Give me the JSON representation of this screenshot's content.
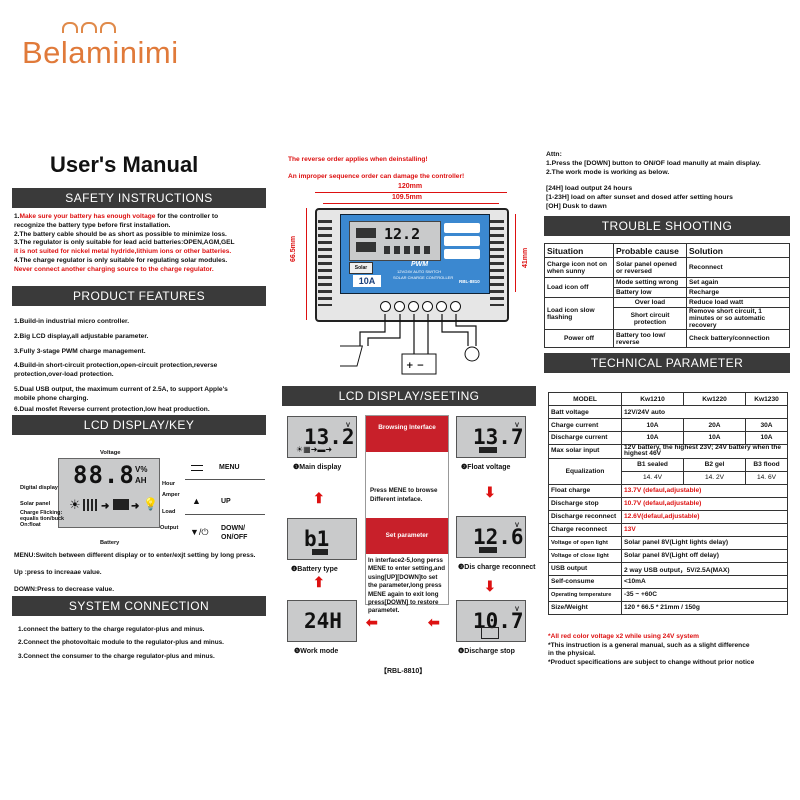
{
  "brand": {
    "name": "Belaminimi",
    "accent": "#e07a3a"
  },
  "manual_title": "User's Manual",
  "safety": {
    "title": "SAFETY INSTRUCTIONS",
    "lines": [
      {
        "num": "1.",
        "red": "Make sure your battery has enough voltage",
        "rest": " for the controller to"
      },
      {
        "text": "recognize the battery type before first installation."
      },
      {
        "text": "2.The battery cable should be as short as possible to minimize loss."
      },
      {
        "text": "3.The regulator is only suitable for lead acid batteries:OPEN,AGM,GEL"
      },
      {
        "text": "it is not suited for nickel metal hydride,lithium ions or other batteries.",
        "red_line": true
      },
      {
        "text": "4.The charge regulator is only suitable for regulating solar modules."
      },
      {
        "text": "Never connect another charging source to the charge regulator.",
        "red_line": true
      }
    ]
  },
  "features": {
    "title": "PRODUCT FEATURES",
    "items": [
      "1.Build-in industrial micro controller.",
      "2.Big LCD display,all adjustable parameter.",
      "3.Fully 3-stage PWM charge management.",
      "4.Build-in short-circuit protection,open-circuit protection,reverse",
      "protection,over-load protection.",
      "5.Dual USB output, the maximum current of 2.5A, to support Apple's",
      "mobile phone charging.",
      "6.Dual mosfet Reverse current protection,low heat production."
    ]
  },
  "lcd_key": {
    "title": "LCD DISPLAY/KEY",
    "labels": {
      "voltage": "Voltage",
      "digital": "Digital display",
      "solar": "Solar panel",
      "charge": "Charge Flicking: equalis tion/buck On:float",
      "battery": "Battery",
      "hour": "Hour",
      "amper": "Amper",
      "load": "Load",
      "output": "Output",
      "digits": "88.8",
      "units_v": "V%",
      "units_ah": "AH"
    },
    "keys": [
      {
        "label": "MENU"
      },
      {
        "label": "UP"
      },
      {
        "label": "DOWN/ ON/OFF"
      }
    ],
    "desc": [
      "MENU:Switch between different display or to enter/exjt setting by long press.",
      "Up        :press to increaae value.",
      "DOWN:Press to decrease value."
    ]
  },
  "system": {
    "title": "SYSTEM CONNECTION",
    "items": [
      "1.connect the battery to the charge regulator-plus and minus.",
      "2.Connect the photovoltaic module to the regulator-plus and minus.",
      "3.Connect the consumer to the charge regulator-plus and minus."
    ]
  },
  "diagram": {
    "warn1": "The reverse order applies when deinstalling!",
    "warn2": "An improper sequence order can damage the controller!",
    "dim_outer": "120mm",
    "dim_inner": "109.5mm",
    "dim_height": "66.5mm",
    "dim_face": "41mm",
    "face_text": "PWM",
    "face_sub": "12V/24V AUTO SWITCH",
    "face_sub2": "SOLAR CHARGE CONTROLLER",
    "rating": "10A",
    "model": "RBL-8810",
    "lcd": "12.2",
    "usb_label": "Solar"
  },
  "attn": {
    "lines": [
      "Attn:",
      "1.Press the [DOWN] button to ON/OF load manully at main display.",
      "2.The work mode is working as below."
    ],
    "modes": [
      "[24H]    load output 24 hours",
      "[1-23H] load on after sunset and dosed atfer setting hours",
      "[OH]      Dusk to dawn"
    ]
  },
  "trouble": {
    "title": "TROUBLE SHOOTING",
    "headers": [
      "Situation",
      "Probable cause",
      "Solution"
    ],
    "rows": [
      [
        "Charge icon not on when sunny",
        "Solar panel opened or reversed",
        "Reconnect"
      ],
      [
        "Load icon off",
        "Mode setting wrong",
        "Set again"
      ],
      [
        "",
        "Battery low",
        "Recharge"
      ],
      [
        "Load icon slow flashing",
        "Over load",
        "Reduce load watt"
      ],
      [
        "",
        "Short circuit protection",
        "Remove short circuit, 1 minutes or so automatic recovery"
      ],
      [
        "Power off",
        "Battery too low/ reverse",
        "Check battery/connection"
      ]
    ]
  },
  "tech": {
    "title": "TECHNICAL PARAMETER",
    "headers": [
      "MODEL",
      "Kw1210",
      "Kw1220",
      "Kw1230"
    ],
    "rows": {
      "batt": [
        "Batt voltage",
        "12V/24V  auto"
      ],
      "charge": [
        "Charge current",
        "10A",
        "20A",
        "30A"
      ],
      "discharge": [
        "Discharge current",
        "10A",
        "10A",
        "10A"
      ],
      "solar": [
        "Max solar input",
        "12V battery, the highest 23V; 24V battery when the highest 46V"
      ],
      "equal_label": "Equalization",
      "equal_types": [
        "B1 sealed",
        "B2 gel",
        "B3 flood"
      ],
      "equal_vals": [
        "14. 4V",
        "14. 2V",
        "14. 6V"
      ],
      "float": [
        "Float charge",
        "13.7V  (defaul,adjustable)"
      ],
      "stop": [
        "Discharge stop",
        "10.7V  (defaul,adjustable)"
      ],
      "reconnect_dis": [
        "Discharge reconnect",
        "12.6V(defaul,adjustable)"
      ],
      "reconnect_ch": [
        "Charge reconnect",
        "13V"
      ],
      "open": [
        "Voltage of open light",
        "Solar panel 8V(Light lights delay)"
      ],
      "close": [
        "Voltage of close light",
        "Solar panel 8V(Light off delay)"
      ],
      "usb": [
        "USB output",
        "2 way USB output，5V/2.5A(MAX)"
      ],
      "self": [
        "Self-consume",
        "<10mA"
      ],
      "temp": [
        "Operating temperature",
        "-35 ~ +60C"
      ],
      "size": [
        "Size/Weight",
        "120 * 66.5 * 21mm  /  150g"
      ]
    }
  },
  "notes": [
    "*All red color voltage x2 while using 24V system",
    "*This instruction is a general manual, such as a slight difference",
    "  in the physical.",
    "*Product specifications are subject to change without prior notice"
  ],
  "seeting": {
    "title": "LCD DISPLAY/SEETING",
    "screens": {
      "main": {
        "value": "13.2",
        "unit": "V",
        "caption": "❶Main display"
      },
      "float": {
        "value": "13.7",
        "unit": "V",
        "caption": "❷Float voltage"
      },
      "battery": {
        "value": "b1",
        "caption": "❹Battery type"
      },
      "discharge_re": {
        "value": "12.6",
        "unit": "V",
        "caption": "❸Dis charge reconnect"
      },
      "work": {
        "value": "24H",
        "caption": "❺Work mode"
      },
      "discharge_stop": {
        "value": "10.7",
        "unit": "V",
        "caption": "❻Discharge stop"
      }
    },
    "browse_title": "Browsing Interface",
    "browse_text": "Press MENE to browse Different inteface.",
    "set_title": "Set parameter",
    "set_text": "In interface2-5,long perss MENE to enter setting,and using[UP][DOWN]to set the parameter,long press MENE again to exit long press[DOWN] to restore parametet.",
    "model_tag": "【RBL-8810】"
  }
}
